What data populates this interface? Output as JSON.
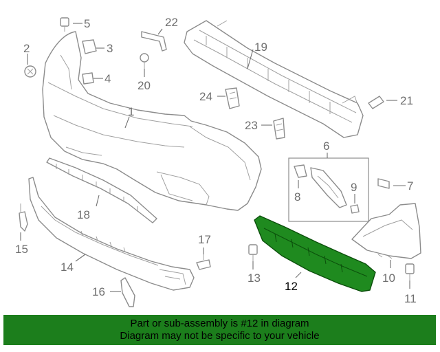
{
  "callouts": {
    "c1": "1",
    "c2": "2",
    "c3": "3",
    "c4": "4",
    "c5": "5",
    "c6": "6",
    "c7": "7",
    "c8": "8",
    "c9": "9",
    "c10": "10",
    "c11": "11",
    "c12": "12",
    "c13": "13",
    "c14": "14",
    "c15": "15",
    "c16": "16",
    "c17": "17",
    "c19": "19",
    "c20": "20",
    "c21": "21",
    "c22": "22",
    "c23": "23",
    "c24": "24",
    "c18": "18"
  },
  "highlight": {
    "part_number": "12",
    "color": "#1c7e1c"
  },
  "banner": {
    "line1": "Part or sub-assembly is #12 in diagram",
    "line2": "Diagram may not be specific to your vehicle"
  }
}
